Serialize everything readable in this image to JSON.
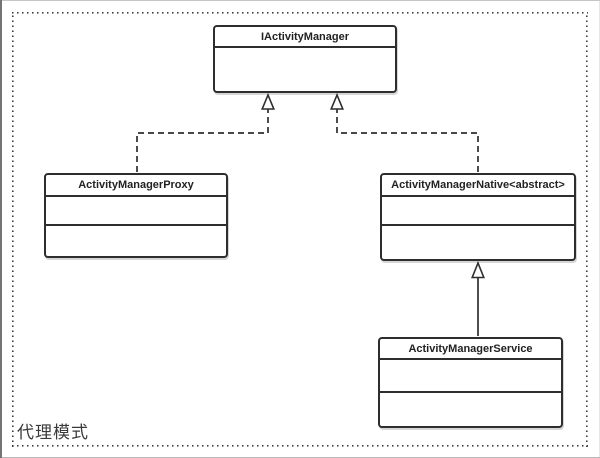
{
  "diagram": {
    "kind": "uml-class-diagram",
    "label": "代理模式",
    "classes": [
      {
        "id": "iactivitymanager",
        "name": "IActivityManager",
        "compartments": 1
      },
      {
        "id": "proxy",
        "name": "ActivityManagerProxy",
        "compartments": 2
      },
      {
        "id": "native",
        "name": "ActivityManagerNative<abstract>",
        "compartments": 2
      },
      {
        "id": "service",
        "name": "ActivityManagerService",
        "compartments": 2
      }
    ],
    "relations": [
      {
        "from": "ActivityManagerProxy",
        "to": "IActivityManager",
        "type": "realization",
        "line": "dashed",
        "arrowhead": "hollow-triangle-up"
      },
      {
        "from": "ActivityManagerNative<abstract>",
        "to": "IActivityManager",
        "type": "realization",
        "line": "dashed",
        "arrowhead": "hollow-triangle-up"
      },
      {
        "from": "ActivityManagerService",
        "to": "ActivityManagerNative<abstract>",
        "type": "inheritance",
        "line": "solid",
        "arrowhead": "hollow-triangle-up"
      }
    ],
    "colors": {
      "stroke": "#2e2e2e",
      "background": "#ffffff",
      "text": "#222222",
      "label_text": "#3a3a3a"
    }
  }
}
